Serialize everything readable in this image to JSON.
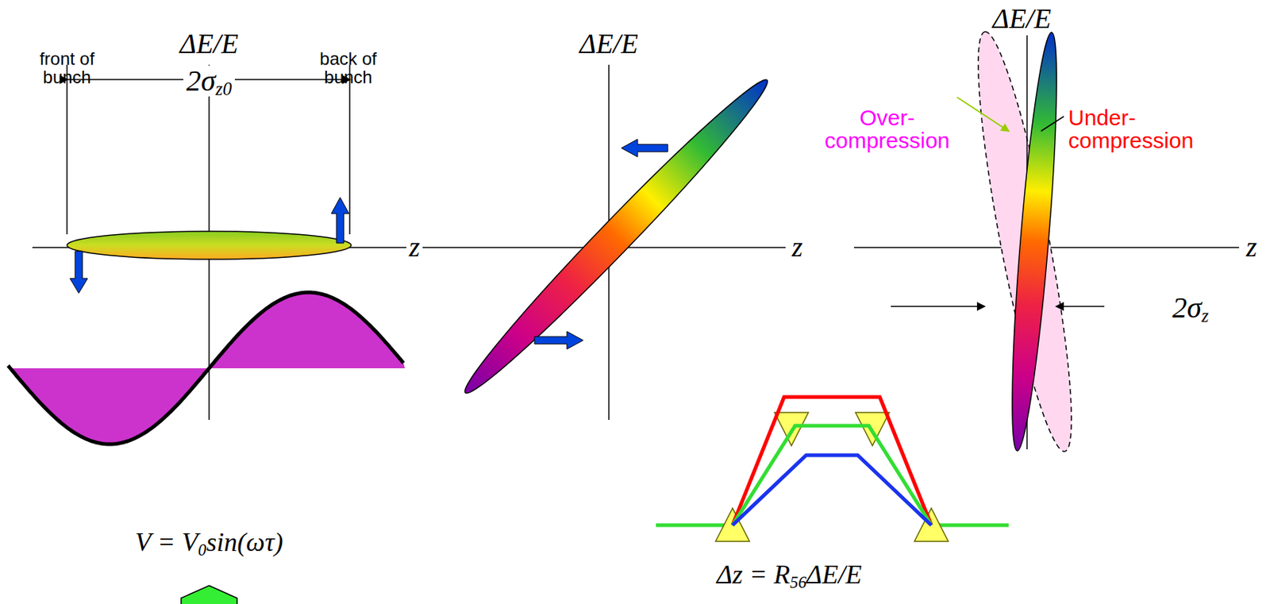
{
  "diagram": {
    "labels": [
      "front of bunch",
      "ΔE/E",
      "back of bunch",
      "2σz0",
      "z",
      "ΔE/E",
      "z",
      "ΔE/E",
      "Over- compression",
      "Under- compression",
      "z",
      "2σz",
      "V = V0sin(ωτ)",
      "Δz = R56ΔE/E"
    ]
  }
}
